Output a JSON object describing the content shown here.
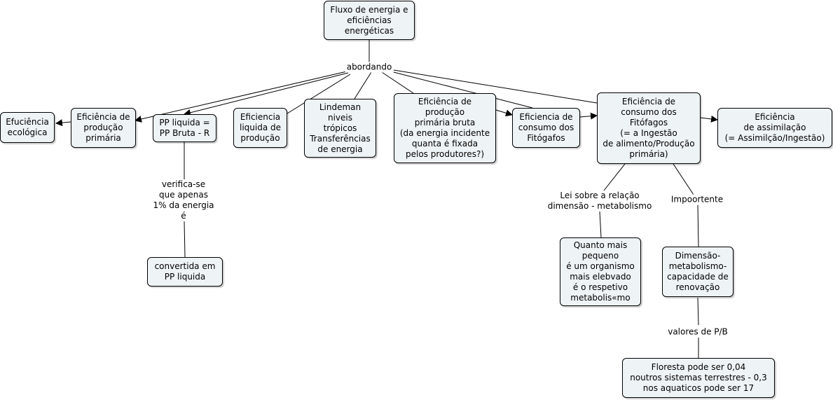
{
  "nodes": {
    "root": "Fluxo de energia e\neficiências\nenergéticas",
    "efuciencia": "Efuciência\necológica",
    "efprod": "Eficiência de\nprodução\nprimária",
    "ppliq": "PP liquida =\nPP Bruta - R",
    "efliq": "Eficiencia\nliquida de\nprodução",
    "lindeman": "Lindeman\nniveis\ntrópicos\nTransferências\nde energia",
    "efprodbruta": "Eficiência de\nprodução\nprimária bruta\n(da energia incidente\nquanta é fixada\npelos produtores?)",
    "efconsumo1": "Eficiencia de\nconsumo dos\nFitógafos",
    "efconsumo2": "Eficiência de\nconsumo dos\nFitófagos\n(= a Ingestão\nde alimento/Produção\nprimária)",
    "efassim": "Eficiência\nde assimilação\n(= Assimilção/Ingestão)",
    "convertida": "convertida em\nPP liquida",
    "quanto": "Quanto mais\npequeno\né um organismo\nmais elebvado\né o respetivo\nmetabolis«mo",
    "dimensao": "Dimensão-\nmetabolismo-\ncapacidade de\nrenovação",
    "floresta": "Floresta pode ser 0,04\nnoutros sistemas terrestres - 0,3\nnos aquaticos pode ser 17"
  },
  "labels": {
    "abordando": "abordando",
    "verifica": "verifica-se\nque apenas\n1% da energia\né",
    "lei": "Lei sobre a relação\ndimensão - metabolismo",
    "impoortente": "Impoortente",
    "valores": "valores de P/B"
  }
}
